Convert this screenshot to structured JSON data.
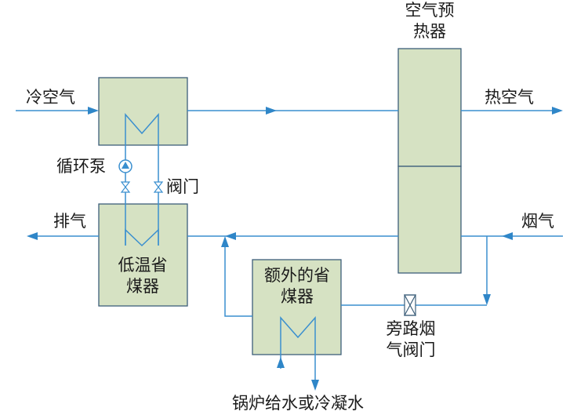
{
  "diagram": {
    "air_preheater_line1": "空气预",
    "air_preheater_line2": "热器",
    "cold_air": "冷空气",
    "hot_air": "热空气",
    "circulation_pump": "循环泵",
    "valve": "阀门",
    "exhaust": "排气",
    "flue_gas": "烟气",
    "low_temp_economizer_line1": "低温省",
    "low_temp_economizer_line2": "煤器",
    "extra_economizer_line1": "额外的省",
    "extra_economizer_line2": "煤器",
    "bypass_valve_line1": "旁路烟",
    "bypass_valve_line2": "气阀门",
    "boiler_feedwater": "锅炉给水或冷凝水"
  },
  "colors": {
    "flow_line": "#3a8fcf",
    "box_fill": "#d6e2c3",
    "box_stroke": "#3d5f7a"
  }
}
